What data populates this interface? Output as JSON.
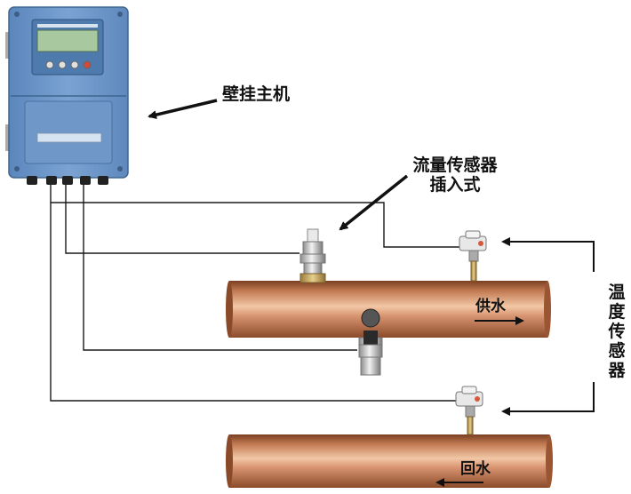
{
  "labels": {
    "host": "壁挂主机",
    "flow_sensor_line1": "流量传感器",
    "flow_sensor_line2": "插入式",
    "temp_sensor_vertical": [
      "温",
      "度",
      "传",
      "感",
      "器"
    ],
    "supply": "供水",
    "return": "回水"
  },
  "colors": {
    "enclosure": "#6e98c9",
    "pipe": "#b8744e",
    "wire": "#1a1a1a",
    "lcd": "#9fc59a"
  }
}
